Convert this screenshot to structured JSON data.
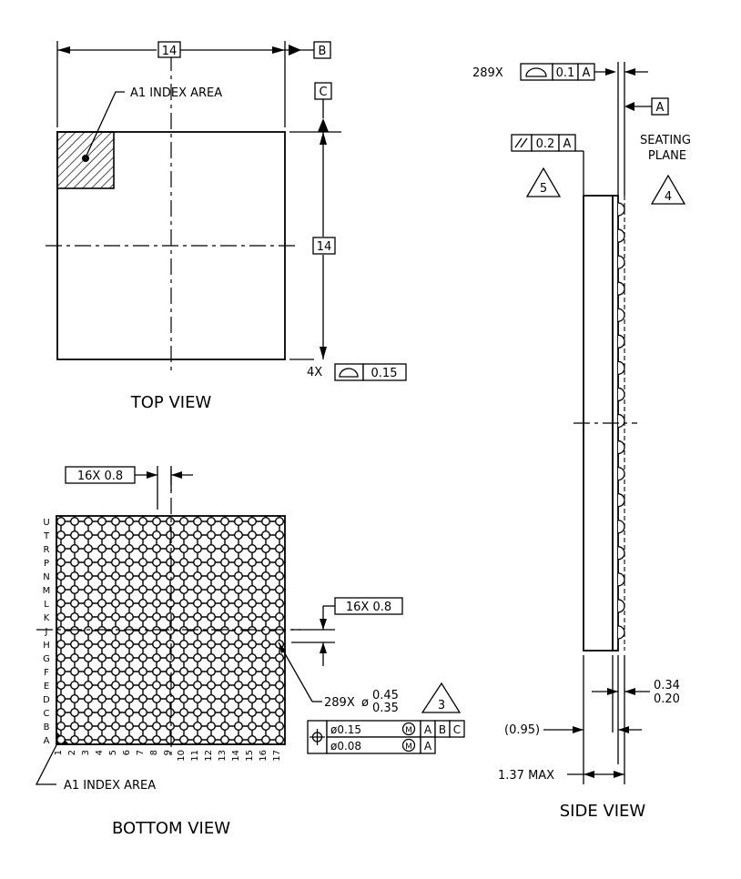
{
  "top_view": {
    "title": "TOP VIEW",
    "width_dim": "14",
    "height_dim": "14",
    "datum_b": "B",
    "datum_c": "C",
    "index_label": "A1 INDEX AREA",
    "flatness": {
      "count": "4X",
      "value": "0.15"
    }
  },
  "bottom_view": {
    "title": "BOTTOM VIEW",
    "pitch_x": "16X 0.8",
    "pitch_y": "16X 0.8",
    "index_label": "A1 INDEX AREA",
    "row_labels": [
      "U",
      "T",
      "R",
      "P",
      "N",
      "M",
      "L",
      "K",
      "J",
      "H",
      "G",
      "F",
      "E",
      "D",
      "C",
      "B",
      "A"
    ],
    "col_labels": [
      "1",
      "2",
      "3",
      "4",
      "5",
      "6",
      "7",
      "8",
      "9",
      "10",
      "11",
      "12",
      "13",
      "14",
      "15",
      "16",
      "17"
    ],
    "ball_callout": {
      "count": "289X",
      "symbol": "ø",
      "max": "0.45",
      "min": "0.35",
      "note": "3"
    },
    "position_frame": {
      "row1": {
        "tol": "ø0.15",
        "modifier": "M",
        "refs": [
          "A",
          "B",
          "C"
        ]
      },
      "row2": {
        "tol": "ø0.08",
        "modifier": "M",
        "refs": [
          "A"
        ]
      }
    }
  },
  "side_view": {
    "title": "SIDE VIEW",
    "profile": {
      "count": "289X",
      "value": "0.1",
      "ref": "A"
    },
    "parallel": {
      "value": "0.2",
      "ref": "A"
    },
    "note_5": "5",
    "note_4": "4",
    "datum_a": "A",
    "seating_1": "SEATING",
    "seating_2": "PLANE",
    "ball_height_max": "0.34",
    "ball_height_min": "0.20",
    "body_thickness": "(0.95)",
    "total_height": "1.37 MAX"
  }
}
